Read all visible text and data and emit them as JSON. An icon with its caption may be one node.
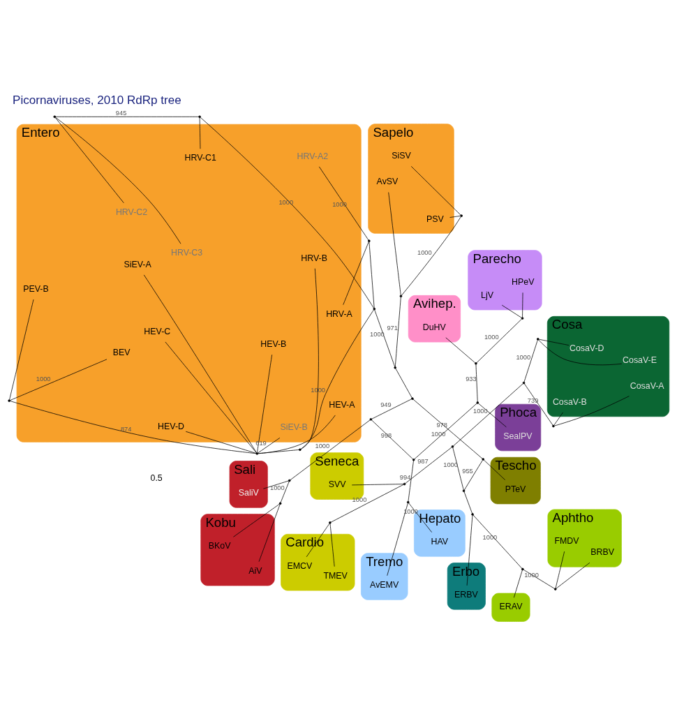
{
  "diagram": {
    "title": "Picornaviruses, 2010 RdRp tree",
    "nodes": [
      {
        "text": [
          "Tremo"
        ]
      },
      {
        "text": [
          "AvEMV"
        ],
        "in": 0
      },
      {
        "text": [
          "Hepato"
        ]
      },
      {
        "text": [
          "HAV"
        ],
        "in": 2
      },
      {
        "text": [
          "Phoca"
        ]
      },
      {
        "text": [
          "SealPV"
        ],
        "in": 4
      },
      {
        "text": [
          "Avihep."
        ]
      },
      {
        "text": [
          "DuHV"
        ],
        "in": 6
      },
      {
        "text": [
          "Parecho"
        ]
      },
      {
        "text": [
          "LjV"
        ],
        "in": 8
      },
      {
        "text": [
          "HPeV"
        ],
        "in": 8
      },
      {
        "text": [
          "Sali"
        ]
      },
      {
        "text": [
          "SaliV"
        ],
        "in": 11
      },
      {
        "text": [
          "Kobu"
        ]
      },
      {
        "text": [
          "AiV"
        ],
        "in": 13
      },
      {
        "text": [
          "BKoV"
        ],
        "in": 13
      },
      {
        "text": [
          "Aphtho"
        ]
      },
      {
        "text": [
          "FMDV"
        ],
        "in": 16
      },
      {
        "text": [
          "BRBV"
        ],
        "in": 16
      },
      {
        "text": [],
        "shape": "ellipse"
      },
      {
        "text": [
          "ERAV"
        ],
        "in": 19
      },
      {
        "text": [
          "Erbo"
        ]
      },
      {
        "text": [
          "ERBV"
        ],
        "in": 21
      },
      {
        "text": [
          "Cardio"
        ]
      },
      {
        "text": [
          "TMEV"
        ],
        "in": 23
      },
      {
        "text": [
          "EMCV"
        ],
        "in": 23
      },
      {
        "text": [
          "Seneca"
        ]
      },
      {
        "text": [
          "SVV"
        ],
        "in": 26
      },
      {
        "text": [
          "Cosa"
        ]
      },
      {
        "text": [
          "CosaV-E"
        ],
        "in": 28
      },
      {
        "text": [
          "CosaV-D"
        ],
        "in": 28
      },
      {
        "text": [
          "CosaV-B"
        ],
        "in": 28
      },
      {
        "text": [
          "CosaV-A"
        ],
        "in": 28
      },
      {
        "text": [
          "Tescho"
        ]
      },
      {
        "text": [
          "PTeV"
        ],
        "in": 33
      },
      {
        "text": [
          "Sapelo"
        ]
      },
      {
        "text": [
          "PSV"
        ],
        "in": 35
      },
      {
        "text": [
          "SiSV"
        ],
        "in": 35
      },
      {
        "text": [
          "AvSV"
        ],
        "in": 35
      },
      {
        "text": [
          "Entero"
        ]
      },
      {
        "text": [
          "HRV-C1"
        ],
        "in": 39
      },
      {
        "text": [
          "HRV-C2"
        ],
        "in": 39
      },
      {
        "text": [
          "HRV-C3"
        ],
        "in": 39
      },
      {
        "text": [
          "HRV-A"
        ],
        "in": 39
      },
      {
        "text": [
          "HRV-A2"
        ],
        "in": 39
      },
      {
        "text": [
          "HRV-B"
        ],
        "in": 39
      },
      {
        "text": [
          "HEV-C"
        ],
        "in": 39
      },
      {
        "text": [
          "HEV-B"
        ],
        "in": 39
      },
      {
        "text": [
          "HEV-D"
        ],
        "in": 39
      },
      {
        "text": [
          "SiEV-A"
        ],
        "in": 39
      },
      {
        "text": [
          "HEV-A"
        ],
        "in": 39
      },
      {
        "text": [
          "SiEV-B"
        ],
        "in": 39
      },
      {
        "text": [
          "PEV-B"
        ],
        "in": 39
      },
      {
        "text": [
          "BEV"
        ],
        "in": 39
      },
      {
        "text": [],
        "shape": "point"
      },
      {
        "text": [],
        "shape": "point"
      },
      {
        "text": [],
        "shape": "point"
      },
      {
        "text": [],
        "shape": "point"
      },
      {
        "text": [],
        "shape": "point"
      },
      {
        "text": [],
        "shape": "point"
      },
      {
        "text": [],
        "shape": "point"
      },
      {
        "text": [],
        "shape": "point"
      },
      {
        "text": [],
        "shape": "point"
      },
      {
        "text": [],
        "shape": "point"
      },
      {
        "text": [],
        "shape": "point"
      },
      {
        "text": [],
        "shape": "point"
      },
      {
        "text": [],
        "shape": "point"
      },
      {
        "text": [],
        "shape": "point"
      },
      {
        "text": [],
        "shape": "point"
      },
      {
        "text": [],
        "shape": "point"
      },
      {
        "text": [],
        "shape": "point"
      },
      {
        "text": [],
        "shape": "point"
      },
      {
        "text": [],
        "shape": "point"
      },
      {
        "text": [],
        "shape": "point"
      },
      {
        "text": [],
        "shape": "point"
      },
      {
        "text": [],
        "shape": "point"
      },
      {
        "text": [],
        "shape": "point"
      },
      {
        "text": [],
        "shape": "point"
      },
      {
        "text": [],
        "shape": "point"
      },
      {
        "text": [],
        "shape": "point"
      },
      {
        "text": [],
        "shape": "point"
      },
      {
        "text": [],
        "shape": "point"
      },
      {
        "text": [],
        "shape": "point"
      },
      {
        "text": [],
        "shape": "point"
      }
    ],
    "edges": [
      {
        "from": 54,
        "to": 55,
        "arrow": "none",
        "label": "949"
      },
      {
        "from": 55,
        "to": 56,
        "arrow": "none",
        "label": "1000"
      },
      {
        "from": 56,
        "to": 12,
        "arrow": "none"
      },
      {
        "from": 56,
        "to": 57,
        "arrow": "none",
        "label": "1000"
      },
      {
        "from": 57,
        "to": 14,
        "arrow": "none"
      },
      {
        "from": 57,
        "to": 15,
        "arrow": "none"
      },
      {
        "from": 55,
        "to": 58,
        "arrow": "none",
        "label": "998"
      },
      {
        "from": 58,
        "to": 59,
        "arrow": "none",
        "label": "994"
      },
      {
        "from": 59,
        "to": 1,
        "arrow": "none"
      },
      {
        "from": 59,
        "to": 3,
        "arrow": "none",
        "label": "1000"
      },
      {
        "from": 58,
        "to": 60,
        "arrow": "none",
        "label": "1000"
      },
      {
        "from": 60,
        "to": 5,
        "arrow": "none"
      },
      {
        "from": 60,
        "to": 61,
        "arrow": "none",
        "label": "933"
      },
      {
        "from": 61,
        "to": 7,
        "arrow": "none"
      },
      {
        "from": 61,
        "to": 62,
        "arrow": "none",
        "label": "1000"
      },
      {
        "from": 62,
        "to": 9,
        "arrow": "none"
      },
      {
        "from": 62,
        "to": 10,
        "arrow": "none"
      },
      {
        "from": 54,
        "to": 63,
        "arrow": "none",
        "label": "978"
      },
      {
        "from": 63,
        "to": 34,
        "arrow": "none"
      },
      {
        "from": 63,
        "to": 64,
        "arrow": "none",
        "label": "955"
      },
      {
        "from": 64,
        "to": 65,
        "arrow": "none"
      },
      {
        "from": 65,
        "to": 22,
        "arrow": "none"
      },
      {
        "from": 65,
        "to": 66,
        "arrow": "none",
        "label": "1000"
      },
      {
        "from": 66,
        "to": 20,
        "arrow": "none"
      },
      {
        "from": 66,
        "to": 67,
        "arrow": "none",
        "label": "1000"
      },
      {
        "from": 67,
        "to": 17,
        "arrow": "none"
      },
      {
        "from": 67,
        "to": 18,
        "arrow": "none"
      },
      {
        "from": 64,
        "to": 68,
        "arrow": "none",
        "label": "1000"
      },
      {
        "from": 68,
        "to": 69,
        "arrow": "none",
        "label": "987"
      },
      {
        "from": 69,
        "to": 27,
        "arrow": "none"
      },
      {
        "from": 69,
        "to": 70,
        "arrow": "none",
        "label": "1000"
      },
      {
        "from": 70,
        "to": 24,
        "arrow": "none"
      },
      {
        "from": 70,
        "to": 25,
        "arrow": "none"
      },
      {
        "from": 68,
        "to": 71,
        "arrow": "none",
        "label": "1000"
      },
      {
        "from": 71,
        "to": 72,
        "arrow": "none",
        "label": "1000"
      },
      {
        "from": 72,
        "to": 29,
        "arrow": "none"
      },
      {
        "from": 72,
        "to": 30,
        "arrow": "none"
      },
      {
        "from": 71,
        "to": 73,
        "arrow": "none",
        "label": "739"
      },
      {
        "from": 73,
        "to": 31,
        "arrow": "none"
      },
      {
        "from": 73,
        "to": 32,
        "arrow": "none"
      },
      {
        "from": 54,
        "to": 74,
        "arrow": "none"
      },
      {
        "from": 74,
        "to": 75,
        "arrow": "none",
        "label": "971"
      },
      {
        "from": 75,
        "to": 76,
        "arrow": "none",
        "label": "1000"
      },
      {
        "from": 76,
        "to": 36,
        "arrow": "none"
      },
      {
        "from": 76,
        "to": 37,
        "arrow": "none"
      },
      {
        "from": 75,
        "to": 38,
        "arrow": "none"
      },
      {
        "from": 74,
        "to": 77,
        "arrow": "none",
        "label": "1000"
      },
      {
        "from": 77,
        "to": 78,
        "arrow": "none",
        "label": "1000"
      },
      {
        "from": 78,
        "to": 40,
        "arrow": "none"
      },
      {
        "from": 78,
        "to": 79,
        "arrow": "none",
        "label": "945"
      },
      {
        "from": 79,
        "to": 41,
        "arrow": "none"
      },
      {
        "from": 79,
        "to": 42,
        "arrow": "none"
      },
      {
        "from": 77,
        "to": 80,
        "arrow": "none"
      },
      {
        "from": 80,
        "to": 43,
        "arrow": "none"
      },
      {
        "from": 80,
        "to": 44,
        "arrow": "none",
        "label": "1000"
      },
      {
        "from": 77,
        "to": 81,
        "arrow": "none",
        "label": "1000"
      },
      {
        "from": 81,
        "to": 45,
        "arrow": "none"
      },
      {
        "from": 81,
        "to": 82,
        "arrow": "none"
      },
      {
        "from": 82,
        "to": 46,
        "arrow": "none"
      },
      {
        "from": 82,
        "to": 47,
        "arrow": "none"
      },
      {
        "from": 82,
        "to": 48,
        "arrow": "none"
      },
      {
        "from": 82,
        "to": 49,
        "arrow": "none"
      },
      {
        "from": 82,
        "to": 50,
        "arrow": "none"
      },
      {
        "from": 82,
        "to": 51,
        "arrow": "none",
        "label": "619"
      },
      {
        "from": 82,
        "to": 83,
        "arrow": "none",
        "label": "874"
      },
      {
        "from": 83,
        "to": 52,
        "arrow": "none"
      },
      {
        "from": 83,
        "to": 53,
        "arrow": "none",
        "label": "1000"
      }
    ],
    "labels": [
      "0.5"
    ]
  }
}
